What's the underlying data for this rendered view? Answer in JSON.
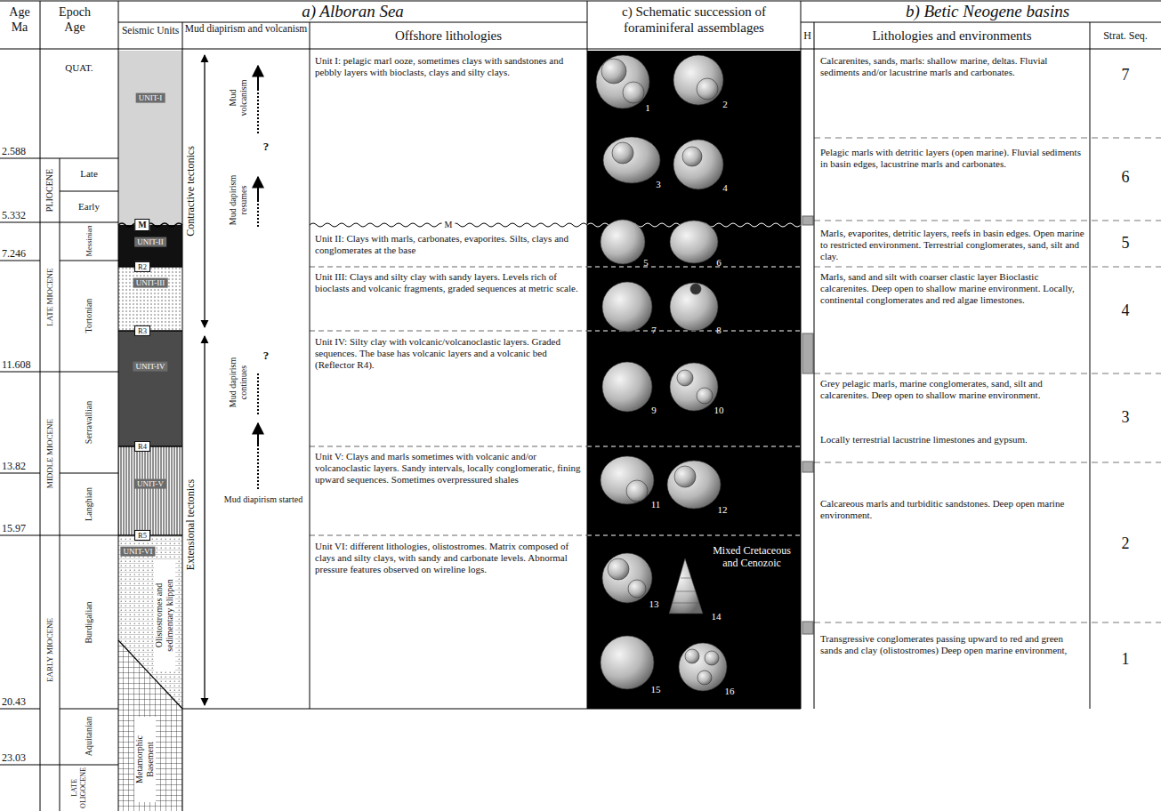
{
  "diagram": {
    "nodes": [
      {
        "text": [
          "UNIT-I"
        ]
      },
      {
        "text": [
          "UNIT-II"
        ]
      },
      {
        "text": [
          "UNIT-III"
        ]
      },
      {
        "text": [
          "UNIT-IV"
        ]
      },
      {
        "text": [
          "UNIT-V"
        ]
      },
      {
        "text": [
          "UNIT-VI",
          "Olistostromes and sedimentary klippen"
        ]
      },
      {
        "text": [
          "Metamorphic Basement"
        ]
      }
    ],
    "labels": [
      "Age Ma",
      "Epoch Age",
      "a) Alboran Sea",
      "Seismic Units",
      "Mud diapirism and volcanism",
      "Offshore lithologies",
      "c) Schematic succession of foraminiferal assemblages",
      "b) Betic Neogene basins",
      "H",
      "Lithologies and environments",
      "Strat. Seq.",
      "2.588",
      "5.332",
      "7.246",
      "11.608",
      "13.82",
      "15.97",
      "20.43",
      "23.03",
      "QUAT.",
      "PLIOCENE",
      "Late",
      "Early",
      "LATE MIOCENE",
      "Messinian",
      "Tortonian",
      "MIDDLE MIOCENE",
      "Serravallian",
      "Langhian",
      "EARLY MIOCENE",
      "Burdigalian",
      "Aquitanian",
      "LATE OLIGOCENE",
      "M",
      "R2",
      "R3",
      "R4",
      "R5",
      "Contractive tectonics",
      "Extensional tectonics",
      "Mud volcanism",
      "?",
      "Mud dapirism resumes",
      "Mud dapirism continues",
      "?",
      "Mud diapirism started",
      "Unit I: pelagic marl ooze, sometimes clays with sandstones and pebbly layers with bioclasts, clays and silty clays.",
      "M",
      "Unit II: Clays with marls, carbonates, evaporites. Silts, clays and conglomerates at the base",
      "Unit III: Clays and silty clay with sandy layers. Levels rich of bioclasts and volcanic fragments, graded sequences at metric scale.",
      "Unit IV: Silty clay with volcanic/volcanoclastic layers. Graded sequences. The base has volcanic layers and a volcanic bed (Reflector R4).",
      "Unit V: Clays and marls sometimes with volcanic and/or volcanoclastic layers. Sandy intervals, locally conglomeratic, fining upward sequences. Sometimes overpressured shales",
      "Unit VI: different lithologies, olistostromes. Matrix composed of clays and silty clays, with sandy and carbonate levels. Abnormal pressure features observed on wireline logs.",
      "1",
      "2",
      "3",
      "4",
      "5",
      "6",
      "7",
      "8",
      "9",
      "10",
      "11",
      "12",
      "13",
      "14",
      "15",
      "16",
      "Mixed Cretaceous and Cenozoic",
      "Calcarenites, sands, marls: shallow marine, deltas. Fluvial sediments and/or lacustrine marls and carbonates.",
      "7",
      "Pelagic marls with detritic layers (open marine). Fluvial sediments in basin edges, lacustrine marls and carbonates.",
      "6",
      "Marls, evaporites, detritic layers, reefs in basin edges. Open marine to restricted environment. Terrestrial conglomerates, sand, silt and clay.",
      "5",
      "Marls, sand and silt with coarser clastic layer Bioclastic calcarenites. Deep open to shallow marine environment. Locally, continental conglomerates and red algae limestones.",
      "4",
      "Grey pelagic marls, marine conglomerates, sand, silt and calcarenites. Deep open to shallow marine environment.",
      "Locally terrestrial lacustrine limestones and gypsum.",
      "3",
      "Calcareous marls and turbiditic sandstones. Deep open marine environment.",
      "2",
      "Transgressive conglomerates passing upward to red and green sands and clay (olistostromes) Deep open marine environment,",
      "1"
    ]
  }
}
